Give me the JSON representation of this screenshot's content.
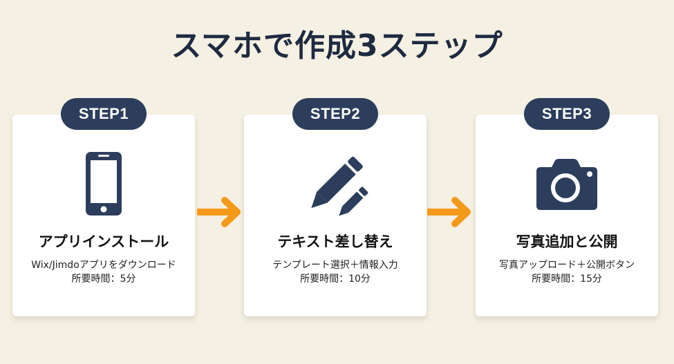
{
  "title": "スマホで作成3ステップ",
  "colors": {
    "background": "#f4f0e3",
    "badge": "#2c3e5c",
    "icon": "#2c3e5c",
    "arrow": "#f39a1a",
    "title": "#1e2a40"
  },
  "steps": [
    {
      "badge": "STEP1",
      "icon": "smartphone-icon",
      "heading": "アプリインストール",
      "desc": "Wix/Jimdoアプリをダウンロード",
      "time": "所要時間：5分"
    },
    {
      "badge": "STEP2",
      "icon": "pencil-icon",
      "heading": "テキスト差し替え",
      "desc": "テンプレート選択＋情報入力",
      "time": "所要時間：10分"
    },
    {
      "badge": "STEP3",
      "icon": "camera-icon",
      "heading": "写真追加と公開",
      "desc": "写真アップロード＋公開ボタン",
      "time": "所要時間：15分"
    }
  ],
  "connectors": [
    "arrow-right-icon",
    "arrow-right-icon"
  ]
}
